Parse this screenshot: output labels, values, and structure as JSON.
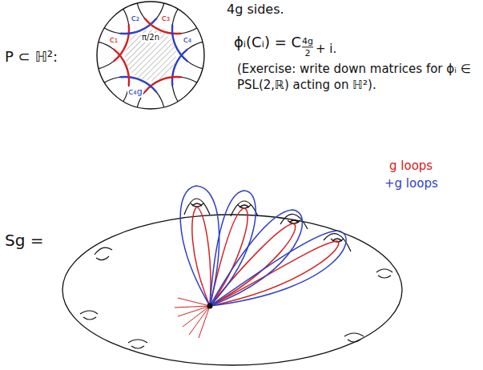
{
  "diagram": {
    "labels": [
      "P ⊂ ℍ²:",
      "4g sides.",
      "ϕᵢ(Cᵢ) = C",
      "4g",
      "2",
      "+ i.",
      "(Exercise: write down matrices for ϕᵢ ∈ PSL(2,ℝ) acting on ℍ²).",
      "c₁",
      "c₂",
      "c₃",
      "c₄",
      "c₄g",
      "π/2n",
      "Sg =",
      "g loops",
      "+g loops"
    ]
  }
}
